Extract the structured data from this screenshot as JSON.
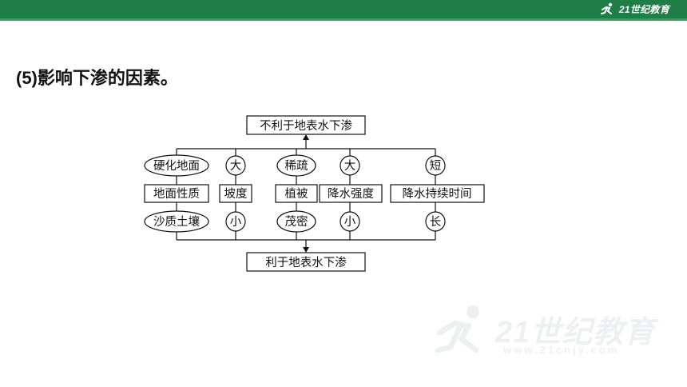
{
  "header": {
    "logo_text": "21世纪教育",
    "logo_url": "www.21cnjy.com"
  },
  "heading": "(5)影响下渗的因素。",
  "diagram": {
    "top_result": "不利于地表水下渗",
    "bottom_result": "利于地表水下渗",
    "factors": [
      {
        "name": "地面性质",
        "unfavorable": "硬化地面",
        "favorable": "沙质土壤"
      },
      {
        "name": "坡度",
        "unfavorable": "大",
        "favorable": "小"
      },
      {
        "name": "植被",
        "unfavorable": "稀疏",
        "favorable": "茂密"
      },
      {
        "name": "降水强度",
        "unfavorable": "大",
        "favorable": "小"
      },
      {
        "name": "降水持续时间",
        "unfavorable": "短",
        "favorable": "长"
      }
    ]
  },
  "watermark": {
    "text": "21世纪教育",
    "url": "www.21cnjy.com"
  }
}
